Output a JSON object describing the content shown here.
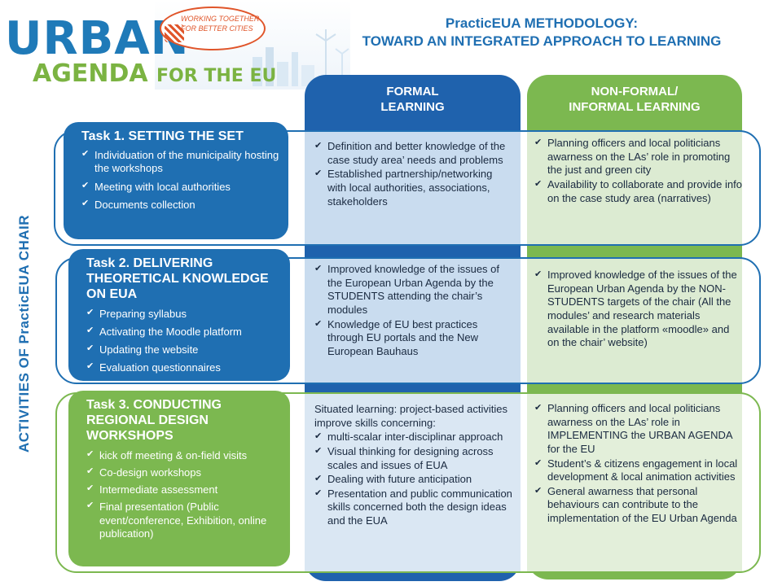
{
  "logo": {
    "urban": "URBAN",
    "agenda": "AGENDA",
    "for_the_eu": "FOR THE EU",
    "badge": "WORKING TOGETHER FOR BETTER CITIES"
  },
  "title": {
    "line1": "PracticEUA METHODOLOGY:",
    "line2": "TOWARD AN INTEGRATED APPROACH TO LEARNING"
  },
  "side_label": "ACTIVITIES OF PracticEUA CHAIR",
  "columns": {
    "formal": {
      "line1": "FORMAL",
      "line2": "LEARNING"
    },
    "nonformal": {
      "line1": "NON-FORMAL/",
      "line2": "INFORMAL LEARNING"
    }
  },
  "tasks": [
    {
      "title": "Task 1. SETTING THE SET",
      "items": [
        "Individuation of the municipality hosting the workshops",
        "Meeting with local authorities",
        "Documents collection"
      ]
    },
    {
      "title": "Task 2. DELIVERING THEORETICAL KNOWLEDGE ON EUA",
      "items": [
        "Preparing syllabus",
        "Activating the Moodle platform",
        "Updating the website",
        "Evaluation questionnaires"
      ]
    },
    {
      "title": "Task 3. CONDUCTING REGIONAL DESIGN WORKSHOPS",
      "items": [
        "kick off meeting & on-field visits",
        "Co-design workshops",
        "Intermediate assessment",
        "Final presentation (Public event/conference, Exhibition, online publication)"
      ]
    }
  ],
  "formal_cells": [
    {
      "items": [
        "Definition and better knowledge of the case study area’ needs and problems",
        "Established partnership/networking with local authorities, associations, stakeholders"
      ]
    },
    {
      "items": [
        "Improved knowledge of the issues of the European Urban Agenda by the STUDENTS attending the chair’s modules",
        "Knowledge of EU best practices through EU portals and the New European Bauhaus"
      ]
    },
    {
      "intro": "Situated learning: project-based activities improve skills concerning:",
      "items": [
        "multi-scalar inter-disciplinar approach",
        "Visual thinking for designing across scales and issues of EUA",
        "Dealing with future anticipation",
        "Presentation and public communication skills concerned both the design ideas and the EUA"
      ]
    }
  ],
  "nonformal_cells": [
    {
      "items": [
        "Planning officers and local politicians awarness on the LAs’ role in promoting the just and green city",
        "Availability to collaborate and provide info on the case study area (narratives)"
      ]
    },
    {
      "items": [
        "Improved knowledge of the issues of the European Urban Agenda by the NON-STUDENTS targets of the chair (All the modules’ and research materials available in the platform «moodle» and on the chair’ website)"
      ]
    },
    {
      "items": [
        "Planning officers and local politicians awarness on the LAs’ role in IMPLEMENTING the URBAN AGENDA for the EU",
        "Student’s & citizens engagement in local development & local animation activities",
        "General awarness that personal behaviours can contribute to the implementation of the EU Urban Agenda"
      ]
    }
  ],
  "colors": {
    "blue": "#1f6fb2",
    "dark_blue": "#1f62ad",
    "green": "#7cb850",
    "orange": "#e0552a"
  }
}
